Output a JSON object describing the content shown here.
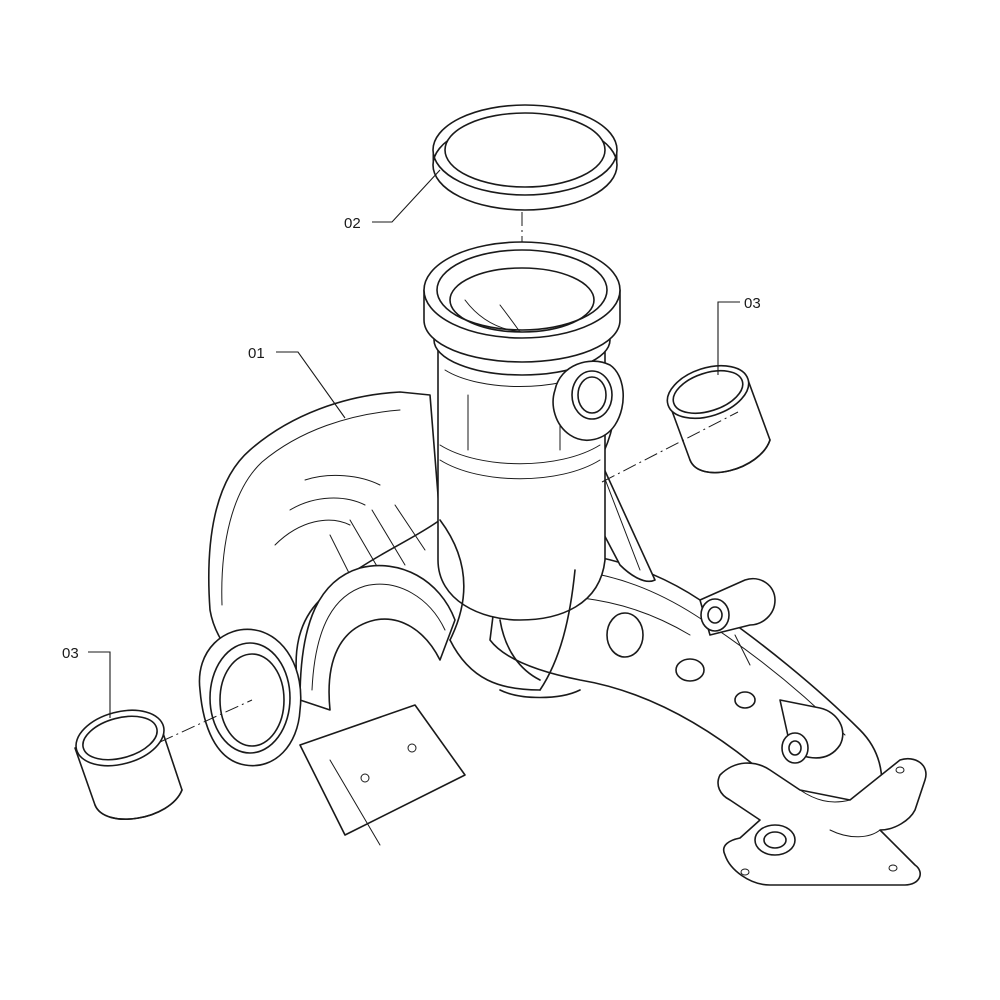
{
  "callouts": {
    "housing": "01",
    "top_ring": "02",
    "bushing_right": "03",
    "bushing_left": "03"
  }
}
